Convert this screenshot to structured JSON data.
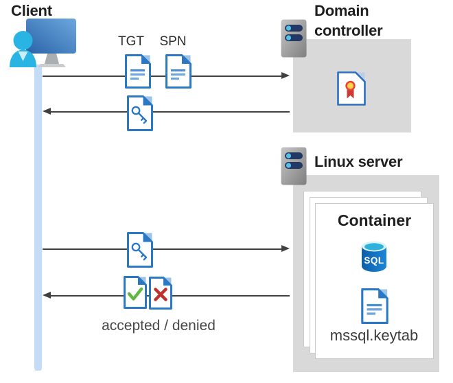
{
  "nodes": {
    "client": {
      "label": "Client"
    },
    "domain_controller": {
      "label": "Domain controller"
    },
    "linux_server": {
      "label": "Linux server"
    },
    "container": {
      "label": "Container",
      "file": "mssql.keytab"
    }
  },
  "messages": {
    "request_tickets": {
      "tgt": "TGT",
      "spn": "SPN"
    },
    "response": "accepted / denied"
  },
  "badges": {
    "sql": "SQL"
  },
  "icons": {
    "client": "user-at-monitor-icon",
    "domain_controller": "server-icon",
    "linux_server": "server-icon",
    "certificate": "certificate-document-icon",
    "ticket": "document-icon",
    "key": "key-document-icon",
    "accepted": "check-document-icon",
    "denied": "x-document-icon",
    "database": "sql-database-icon",
    "keytab": "document-icon"
  },
  "colors": {
    "doc_blue": "#2b78c5",
    "fold_light": "#9dc3e6",
    "doc_line_blue": "#4a90d2",
    "doc_line_blue_light": "#6fa6dc",
    "check_green": "#62b83e",
    "cross_red": "#bf312c",
    "lifeline_blue": "#c5dcf7",
    "box_gray": "#d9d9d9",
    "arrow_gray": "#404040",
    "label_dark": "#1f1f1f",
    "caption_gray": "#474747",
    "person_cyan": "#2ab4e4",
    "cert_red": "#ee4136",
    "cert_yellow": "#ffd24a"
  }
}
